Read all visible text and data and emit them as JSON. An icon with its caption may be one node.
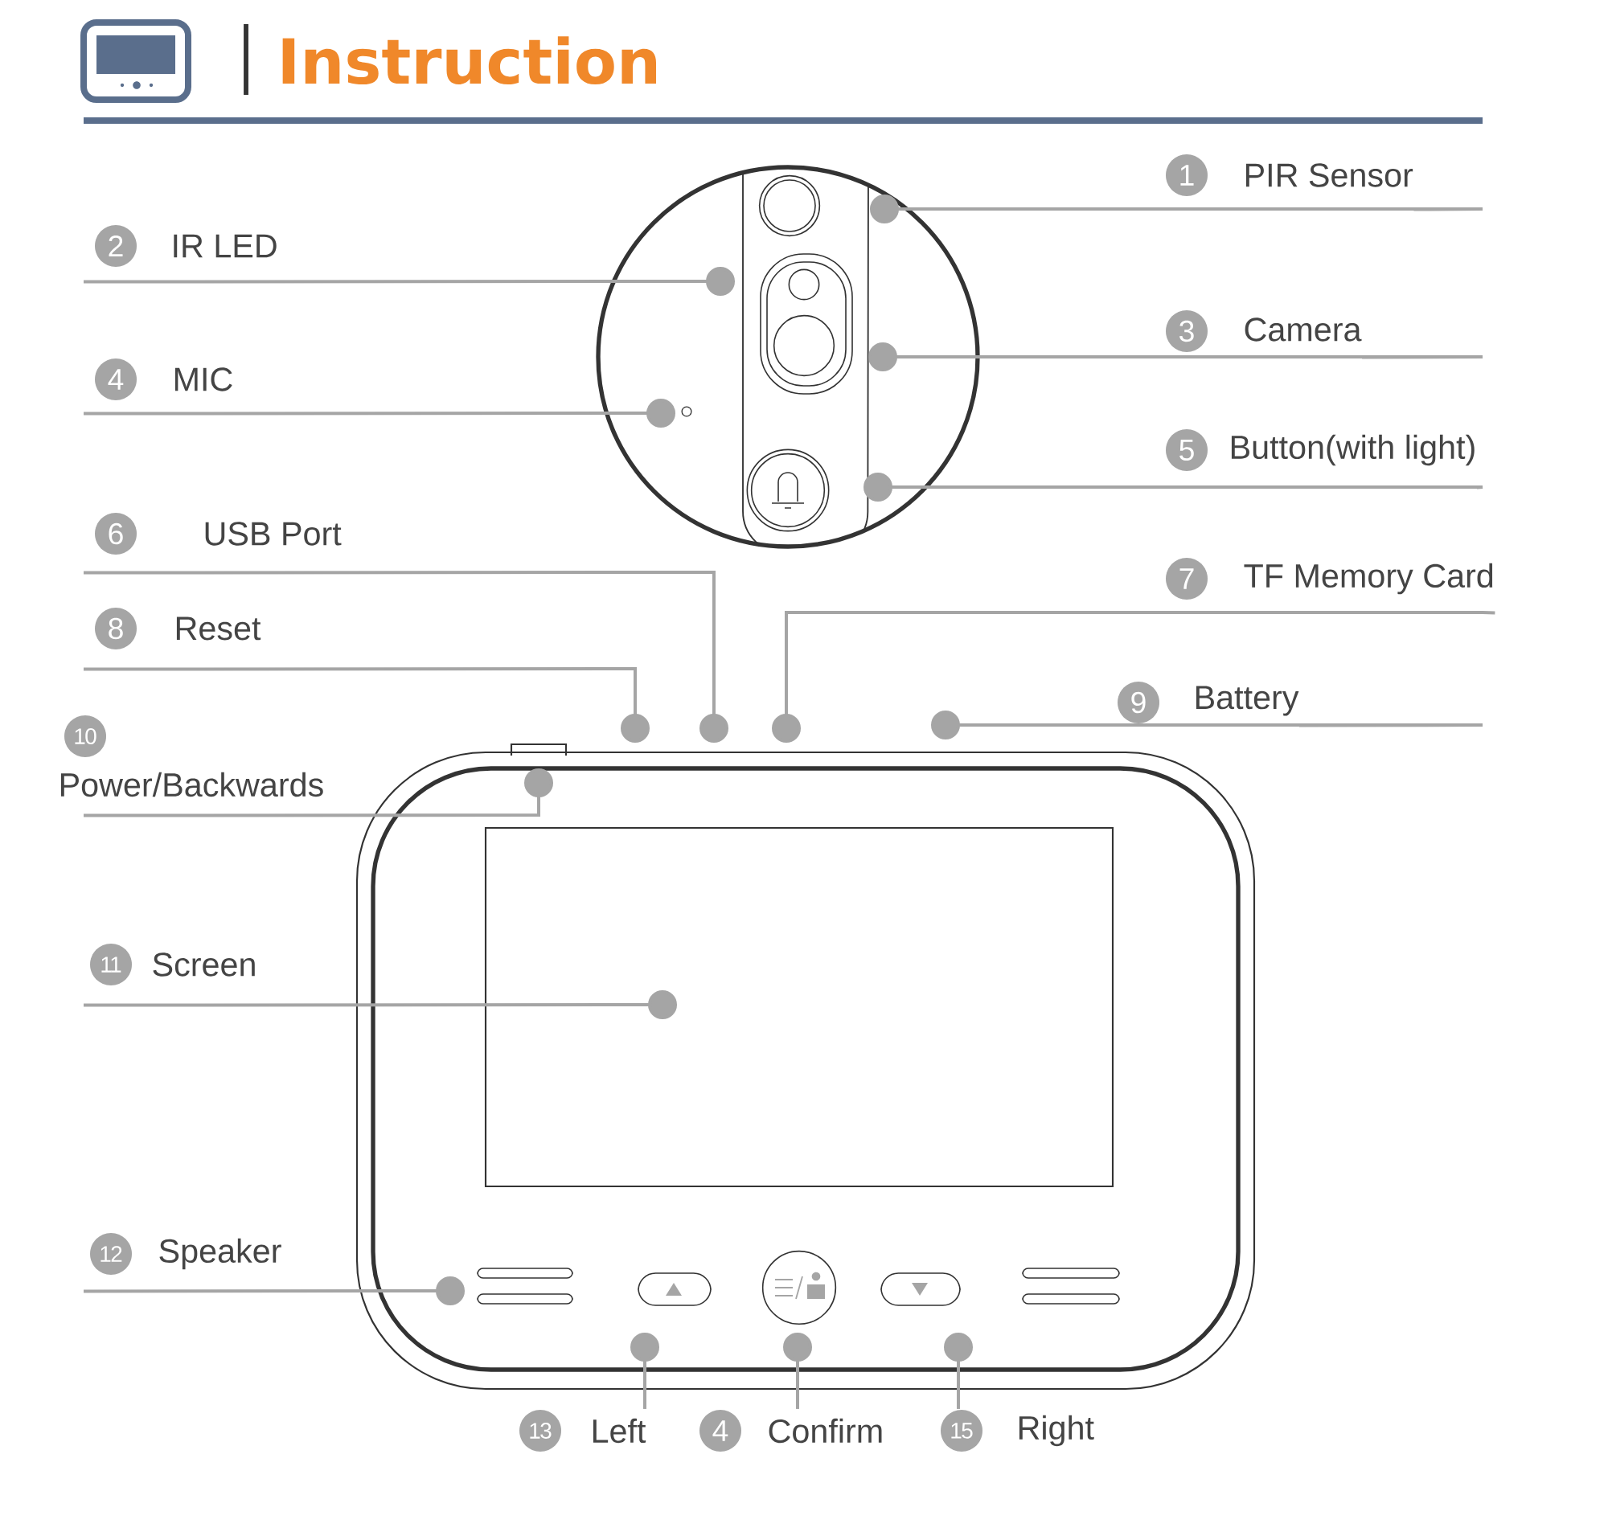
{
  "diagram": {
    "title": "Instruction",
    "nodes": [
      {
        "text": [
          "1",
          "PIR Sensor"
        ]
      },
      {
        "text": [
          "2",
          "IR LED"
        ]
      },
      {
        "text": [
          "3",
          "Camera"
        ]
      },
      {
        "text": [
          "4",
          "MIC"
        ]
      },
      {
        "text": [
          "5",
          "Button(with light)"
        ]
      },
      {
        "text": [
          "6",
          "USB Port"
        ]
      },
      {
        "text": [
          "7",
          "TF Memory Card"
        ]
      },
      {
        "text": [
          "8",
          "Reset"
        ]
      },
      {
        "text": [
          "9",
          "Battery"
        ]
      },
      {
        "text": [
          "10",
          "Power/Backwards"
        ]
      },
      {
        "text": [
          "11",
          "Screen"
        ]
      },
      {
        "text": [
          "12",
          "Speaker"
        ]
      },
      {
        "text": [
          "13",
          "Left"
        ]
      },
      {
        "text": [
          "4",
          "Confirm"
        ]
      },
      {
        "text": [
          "15",
          "Right"
        ]
      }
    ],
    "edges": [
      {
        "from": 0,
        "to": null,
        "arrow": "other"
      },
      {
        "from": 1,
        "to": null,
        "arrow": "other"
      },
      {
        "from": 2,
        "to": null,
        "arrow": "other"
      },
      {
        "from": 3,
        "to": null,
        "arrow": "other"
      },
      {
        "from": 4,
        "to": null,
        "arrow": "other"
      },
      {
        "from": 5,
        "to": null,
        "arrow": "other"
      },
      {
        "from": 6,
        "to": null,
        "arrow": "other"
      },
      {
        "from": 7,
        "to": null,
        "arrow": "other"
      },
      {
        "from": 8,
        "to": null,
        "arrow": "other"
      },
      {
        "from": 9,
        "to": null,
        "arrow": "other"
      },
      {
        "from": 10,
        "to": null,
        "arrow": "other"
      },
      {
        "from": 11,
        "to": null,
        "arrow": "other"
      },
      {
        "from": 12,
        "to": null,
        "arrow": "other"
      },
      {
        "from": 13,
        "to": null,
        "arrow": "other"
      },
      {
        "from": 14,
        "to": null,
        "arrow": "other"
      }
    ]
  }
}
